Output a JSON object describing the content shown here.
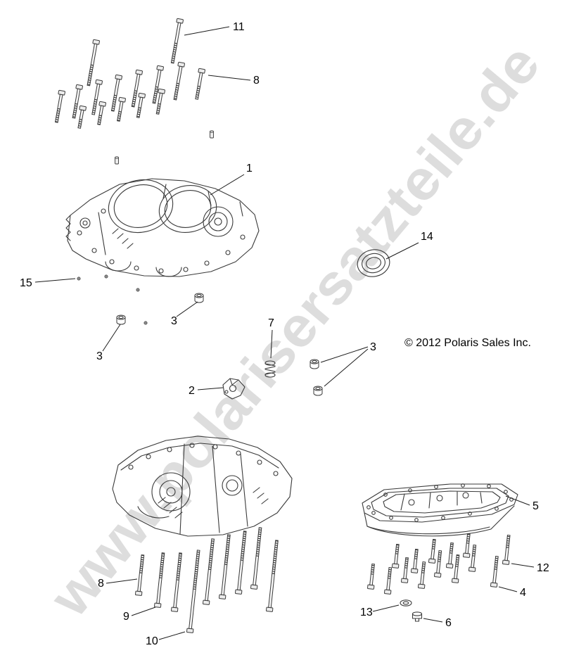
{
  "watermark": "www.polarisersatzteile.de",
  "copyright": "© 2012 Polaris Sales Inc.",
  "colors": {
    "watermark": "#c6c6c6",
    "ink": "#000000",
    "line": "#3a3a3a"
  },
  "callouts": {
    "n1": "1",
    "n2": "2",
    "n3": "3",
    "n4": "4",
    "n5": "5",
    "n6": "6",
    "n7": "7",
    "n8": "8",
    "n9": "9",
    "n10": "10",
    "n11": "11",
    "n12": "12",
    "n13": "13",
    "n14": "14",
    "n15": "15"
  }
}
